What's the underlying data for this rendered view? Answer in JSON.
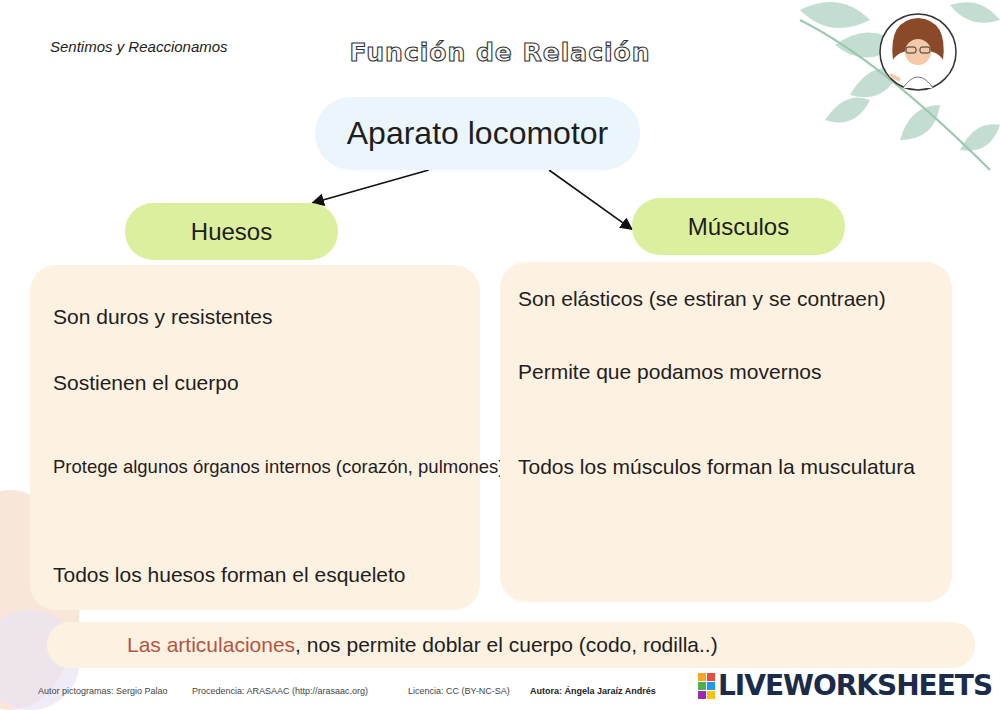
{
  "diagram": {
    "title": "Función de Relación",
    "nodes": [
      {
        "text": [
          "Aparato locomotor"
        ]
      },
      {
        "text": [
          "Huesos"
        ]
      },
      {
        "text": [
          "Músculos"
        ]
      },
      {
        "text": [
          "Son duros y resistentes",
          "Sostienen el cuerpo",
          "Protege algunos órganos internos (corazón, pulmones)",
          "Todos los huesos forman el esqueleto"
        ]
      },
      {
        "text": [
          "Son elásticos (se estiran y se contraen)",
          "Permite que podamos movernos",
          "Todos los músculos forman la musculatura"
        ]
      },
      {
        "text": [
          "Las articulaciones",
          ", nos permite doblar el cuerpo (codo, rodilla..)"
        ]
      }
    ],
    "edges": [
      {
        "from": 0,
        "to": 1,
        "arrow": "to"
      },
      {
        "from": 0,
        "to": 2,
        "arrow": "to"
      }
    ],
    "labels": [
      "Sentimos y Reaccionamos",
      "Autor pictogramas: Sergio Palao",
      "Procedencia: ARASAAC (http://arasaac.org)",
      "Licencia: CC (BY-NC-SA)",
      "Autora: Ángela Jaraíz Andrés",
      "LIVEWORKSHEETS"
    ]
  }
}
